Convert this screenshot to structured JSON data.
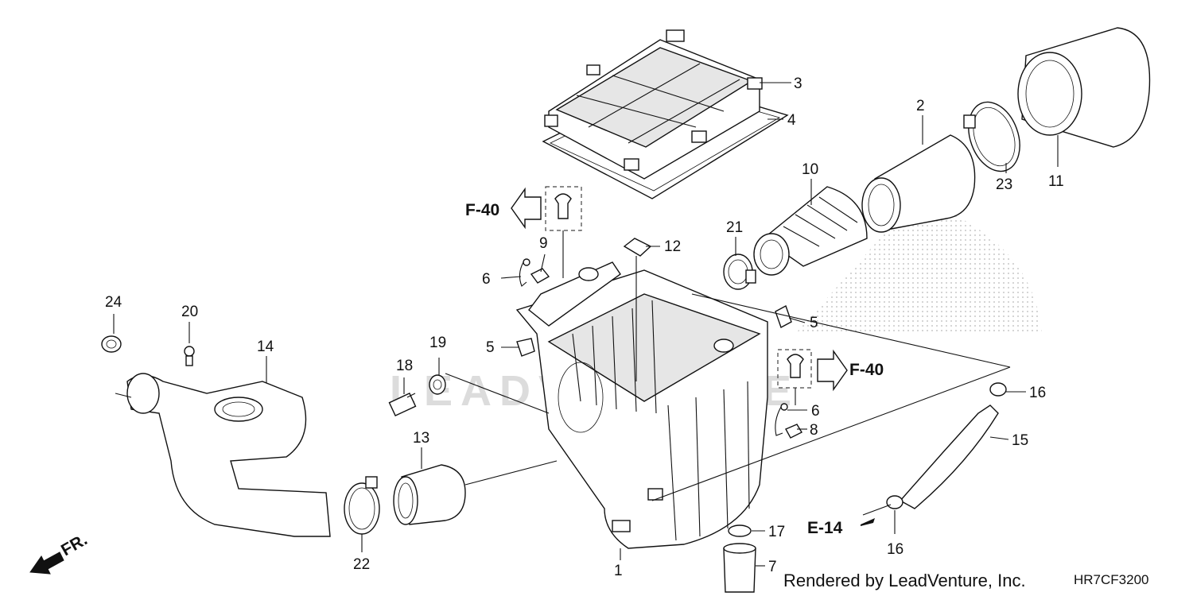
{
  "diagram": {
    "footer": {
      "credit": "Rendered by LeadVenture, Inc.",
      "diagram_code": "HR7CF3200"
    },
    "watermark": "LEADVENTURE",
    "references": {
      "f40_left": "F-40",
      "f40_right": "F-40",
      "e14": "E-14",
      "front": "FR."
    },
    "callouts": {
      "c1": "1",
      "c2": "2",
      "c3": "3",
      "c4": "4",
      "c5a": "5",
      "c5b": "5",
      "c6a": "6",
      "c6b": "6",
      "c7": "7",
      "c8": "8",
      "c9": "9",
      "c10": "10",
      "c11": "11",
      "c12": "12",
      "c13": "13",
      "c14": "14",
      "c15": "15",
      "c16a": "16",
      "c16b": "16",
      "c17": "17",
      "c18": "18",
      "c19": "19",
      "c20": "20",
      "c21": "21",
      "c22": "22",
      "c23": "23",
      "c24": "24"
    }
  }
}
